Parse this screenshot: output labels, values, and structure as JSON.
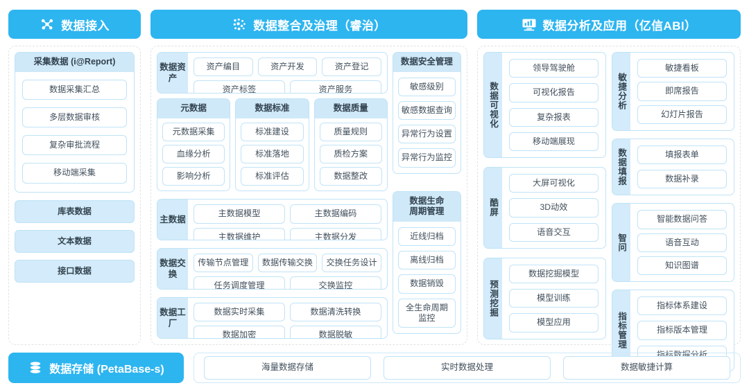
{
  "headers": [
    {
      "title": "数据接入",
      "icon": "nodes-network-icon"
    },
    {
      "title": "数据整合及治理（睿治）",
      "icon": "data-dots-icon"
    },
    {
      "title": "数据分析及应用（亿信ABI）",
      "icon": "monitor-chart-icon"
    }
  ],
  "column1": {
    "panel": {
      "title": "采集数据 (i@Report)",
      "items": [
        "数据采集汇总",
        "多层数据审核",
        "复杂审批流程",
        "移动端采集"
      ]
    },
    "sources": [
      "库表数据",
      "文本数据",
      "接口数据"
    ]
  },
  "column2": {
    "asset_group": {
      "label": "数据资产",
      "row1": [
        "资产编目",
        "资产开发",
        "资产登记"
      ],
      "row2": [
        "资产标签",
        "资产服务"
      ]
    },
    "triple_panels": [
      {
        "title": "元数据",
        "items": [
          "元数据采集",
          "血缘分析",
          "影响分析"
        ]
      },
      {
        "title": "数据标准",
        "items": [
          "标准建设",
          "标准落地",
          "标准评估"
        ]
      },
      {
        "title": "数据质量",
        "items": [
          "质量规则",
          "质检方案",
          "数据整改"
        ]
      }
    ],
    "master_group": {
      "label": "主数据",
      "row1": [
        "主数据模型",
        "主数据编码"
      ],
      "row2": [
        "主数据维护",
        "主数据分发"
      ]
    },
    "exchange_group": {
      "label": "数据交换",
      "row1": [
        "传输节点管理",
        "数据传输交换",
        "交换任务设计"
      ],
      "row2": [
        "任务调度管理",
        "交换监控"
      ]
    },
    "factory_group": {
      "label": "数据工厂",
      "row1": [
        "数据实时采集",
        "数据清洗转换"
      ],
      "row2": [
        "数据加密",
        "数据脱敏"
      ]
    },
    "security_panel": {
      "title": "数据安全管理",
      "items": [
        "敏感级别",
        "敏感数据查询",
        "异常行为设置",
        "异常行为监控"
      ]
    },
    "lifecycle_panel": {
      "title": "数据生命\n周期管理",
      "items": [
        "近线归档",
        "离线归档",
        "数据销毁",
        "全生命周期\n监控"
      ]
    }
  },
  "column3": {
    "left_groups": [
      {
        "label": "数据可视化",
        "items": [
          "领导驾驶舱",
          "可视化报告",
          "复杂报表",
          "移动端展现"
        ]
      },
      {
        "label": "酷屏",
        "items": [
          "大屏可视化",
          "3D动效",
          "语音交互"
        ]
      },
      {
        "label": "预测挖掘",
        "items": [
          "数据挖掘模型",
          "模型训练",
          "模型应用"
        ]
      }
    ],
    "right_groups": [
      {
        "label": "敏捷分析",
        "items": [
          "敏捷看板",
          "即席报告",
          "幻灯片报告"
        ]
      },
      {
        "label": "数据填报",
        "items": [
          "填报表单",
          "数据补录"
        ]
      },
      {
        "label": "智问",
        "items": [
          "智能数据问答",
          "语音互动",
          "知识图谱"
        ]
      },
      {
        "label": "指标管理",
        "items": [
          "指标体系建设",
          "指标版本管理",
          "指标数据分析"
        ]
      }
    ]
  },
  "bottom": {
    "title": "数据存储 (PetaBase-s)",
    "icon": "database-icon",
    "items": [
      "海量数据存储",
      "实时数据处理",
      "数据敏捷计算"
    ]
  },
  "colors": {
    "brand": "#2db5f0",
    "panel_header": "#cfe9f8",
    "label_fill": "#d3ebfa",
    "border": "#bfe3f7",
    "dashed": "#dfe3e6",
    "text": "#42505c"
  }
}
